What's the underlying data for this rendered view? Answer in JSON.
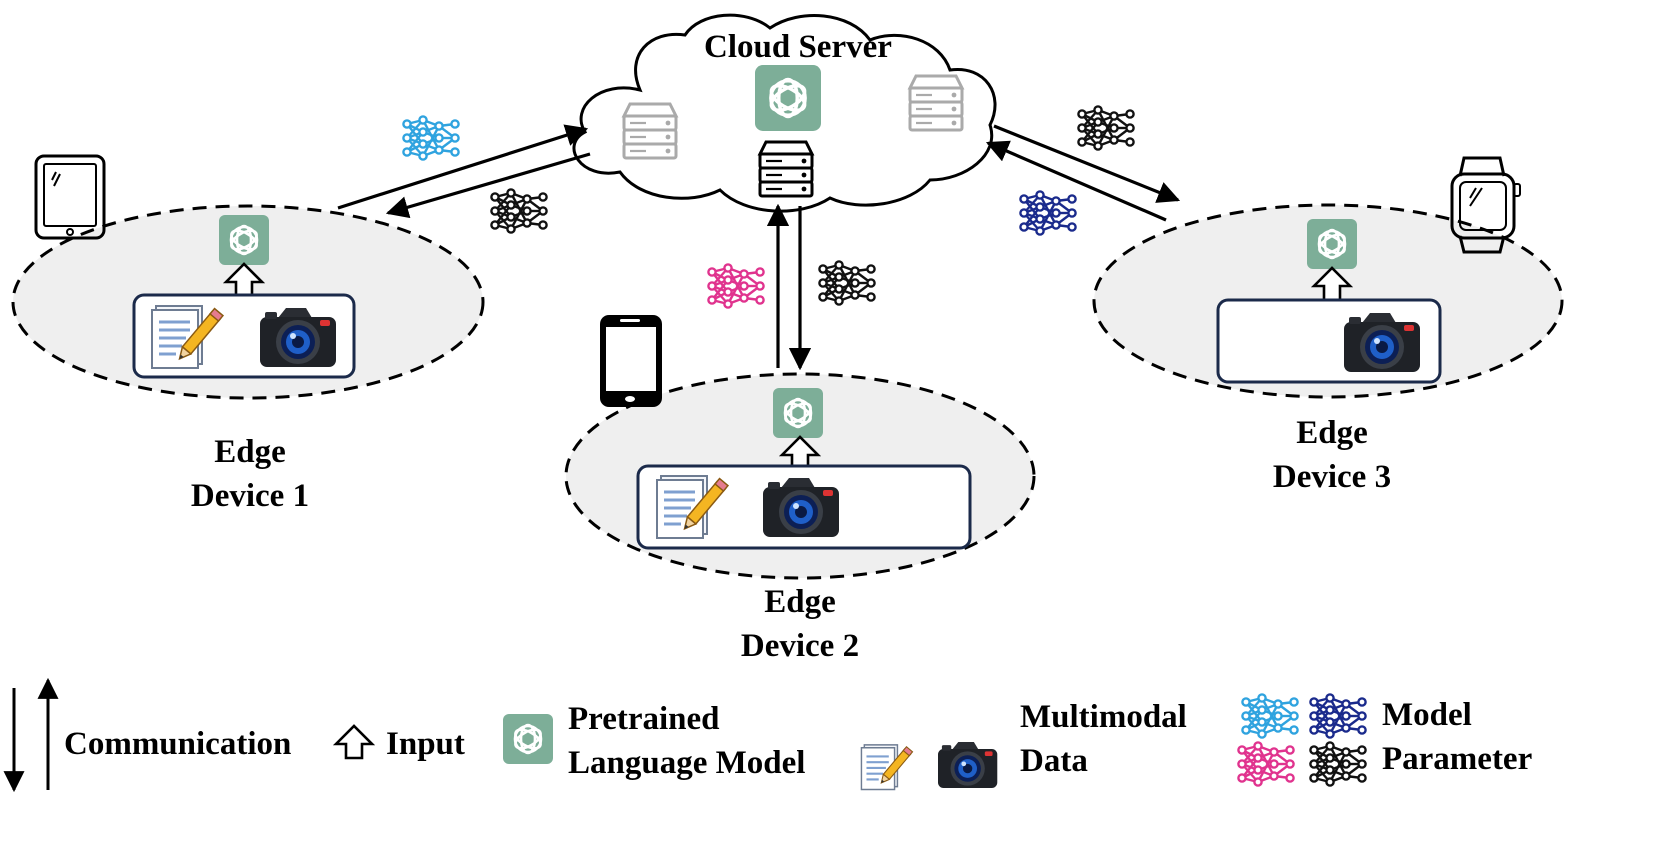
{
  "cloud": {
    "label": "Cloud Server"
  },
  "edges": [
    {
      "line1": "Edge",
      "line2": "Device 1"
    },
    {
      "line1": "Edge",
      "line2": "Device 2"
    },
    {
      "line1": "Edge",
      "line2": "Device 3"
    }
  ],
  "legend": {
    "communication": "Communication",
    "input": "Input",
    "plm_line1": "Pretrained",
    "plm_line2": "Language Model",
    "mm_line1": "Multimodal",
    "mm_line2": "Data",
    "mp_line1": "Model",
    "mp_line2": "Parameter"
  },
  "colors": {
    "plm_green": "#7dae98",
    "param_light_blue": "#2fa3df",
    "param_dark_blue": "#1a2a8c",
    "param_pink": "#e0338e",
    "param_black": "#111111",
    "ellipse_fill": "#efefef",
    "box_border": "#1b2a4a"
  },
  "icons": [
    "cloud-icon",
    "server-icon",
    "plm-icon",
    "tablet-icon",
    "phone-icon",
    "watch-icon",
    "document-icon",
    "camera-icon",
    "audio-wave-icon",
    "neural-net-icon",
    "input-arrow-icon"
  ]
}
